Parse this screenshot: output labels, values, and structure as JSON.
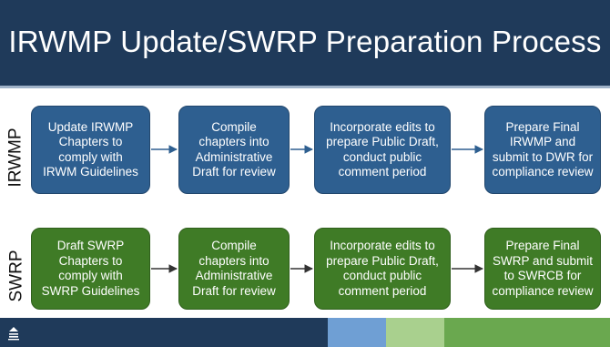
{
  "title": "IRWMP Update/SWRP Preparation Process",
  "rows": [
    {
      "label": "IRWMP",
      "steps": [
        "Update IRWMP\nChapters to\ncomply with\nIRWM Guidelines",
        "Compile\nchapters into\nAdministrative\nDraft for review",
        "Incorporate edits to\nprepare Public Draft,\nconduct public\ncomment period",
        "Prepare Final\nIRWMP and\nsubmit to DWR for\ncompliance review"
      ]
    },
    {
      "label": "SWRP",
      "steps": [
        "Draft SWRP\nChapters to\ncomply with\nSWRP Guidelines",
        "Compile\nchapters into\nAdministrative\nDraft for review",
        "Incorporate edits to\nprepare Public Draft,\nconduct public\ncomment period",
        "Prepare Final\nSWRP and submit\nto SWRCB for\ncompliance review"
      ]
    }
  ],
  "colors": {
    "header": "#1f3a5a",
    "irwmp_box": "#2e5f90",
    "swrp_box": "#3f7b26",
    "footer_segments": [
      "#1f3a5a",
      "#1f3a5a",
      "#6f9fd4",
      "#a9d08e",
      "#6aa84f"
    ]
  },
  "footer": {
    "logo_icon": "agency-logo-icon"
  }
}
